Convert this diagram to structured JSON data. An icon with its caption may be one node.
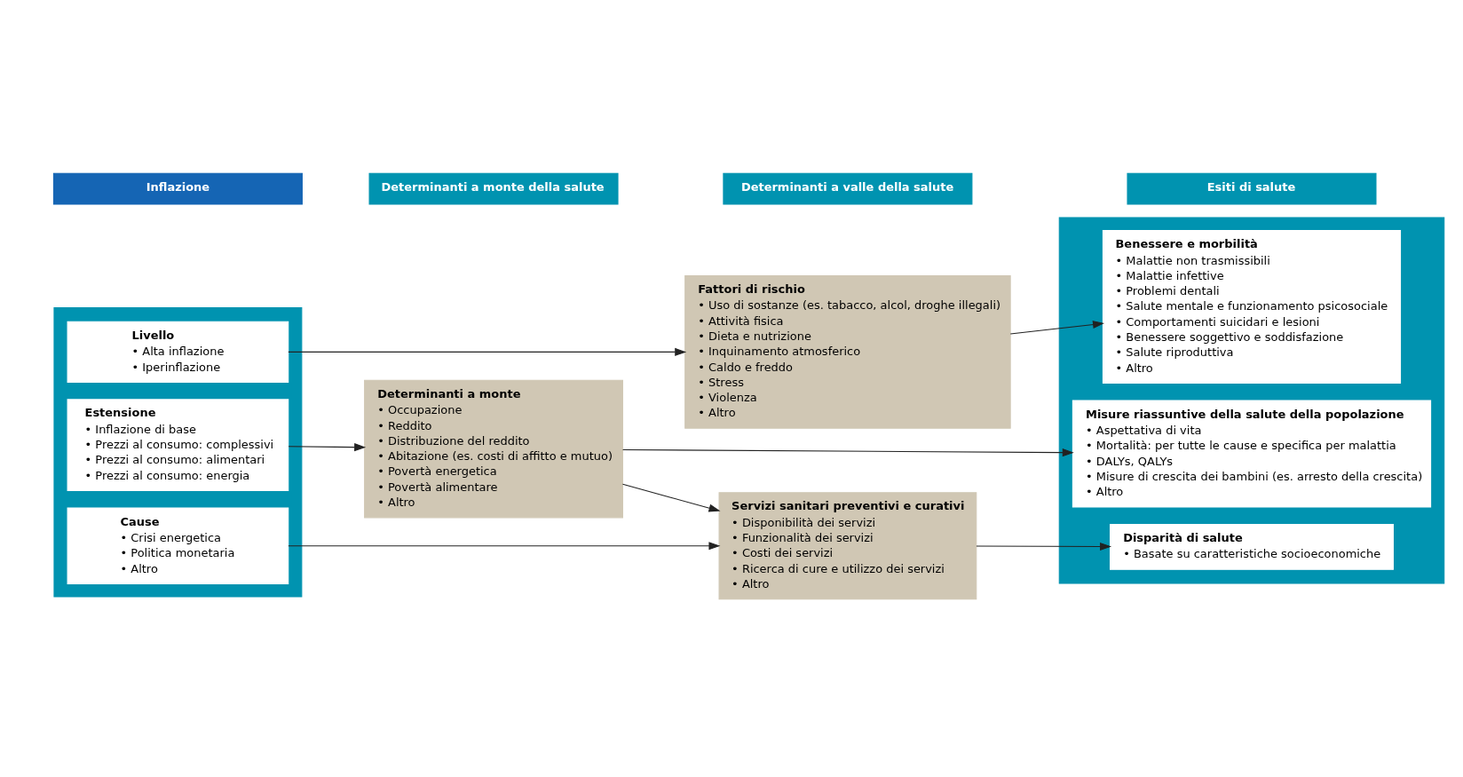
{
  "diagram": {
    "nodes": [
      {
        "text": [
          "Inflazione"
        ]
      },
      {
        "text": [
          "Determinanti a monte della salute"
        ]
      },
      {
        "text": [
          "Determinanti a valle della salute"
        ]
      },
      {
        "text": [
          "Esiti di salute"
        ]
      },
      {
        "text": [],
        "shape": "box"
      },
      {
        "text": [
          "Estensione",
          "• Inflazione di base",
          "• Prezzi al consumo: complessivi",
          "• Prezzi al consumo: alimentari",
          "• Prezzi al consumo: energia"
        ],
        "in": 4
      },
      {
        "text": [
          "Livello",
          "• Alta inflazione",
          "• Iperinflazione"
        ],
        "in": 4
      },
      {
        "text": [
          "Cause",
          "• Crisi energetica",
          "• Politica monetaria",
          "• Altro"
        ],
        "in": 4
      },
      {
        "text": [
          "Determinanti a monte",
          "• Occupazione",
          "• Reddito",
          "• Distribuzione del reddito",
          "• Abitazione (es. costi di affitto e mutuo)",
          "• Povertà energetica",
          "• Povertà alimentare",
          "• Altro"
        ]
      },
      {
        "text": [
          "Fattori di rischio",
          "• Uso di sostanze (es. tabacco, alcol, droghe illegali)",
          "• Attività fisica",
          "• Dieta e nutrizione",
          "• Inquinamento atmosferico",
          "• Caldo e freddo",
          "• Stress",
          "• Violenza",
          "• Altro"
        ]
      },
      {
        "text": [
          "Servizi sanitari preventivi e curativi",
          "• Disponibilità dei servizi",
          "• Funzionalità dei servizi",
          "• Costi dei servizi",
          "• Ricerca di cure e utilizzo dei servizi",
          "• Altro"
        ]
      },
      {
        "text": [],
        "shape": "box"
      },
      {
        "text": [
          "Misure riassuntive della salute della popolazione",
          "• Aspettativa di vita",
          "• Mortalità: per tutte le cause e specifica per malattia",
          "• DALYs, QALYs",
          "• Misure di crescita dei bambini (es. arresto della crescita)",
          "• Altro"
        ],
        "in": 11
      },
      {
        "text": [
          "Benessere e morbilità",
          "• Malattie non trasmissibili",
          "• Malattie infettive",
          "• Problemi dentali",
          "• Salute mentale e funzionamento psicosociale",
          "• Comportamenti suicidari e lesioni",
          "• Benessere soggettivo e soddisfazione",
          "• Salute riproduttiva",
          "• Altro"
        ],
        "in": 11
      },
      {
        "text": [
          "Disparità di salute",
          "• Basate su caratteristiche socioeconomiche"
        ],
        "in": 11
      }
    ],
    "edges": [
      {
        "from": 5,
        "to": 8,
        "arrow": "to"
      },
      {
        "from": 8,
        "to": 12,
        "arrow": "to"
      },
      {
        "from": 6,
        "to": 9,
        "arrow": "to"
      },
      {
        "from": 9,
        "to": 13,
        "arrow": "to"
      },
      {
        "from": 8,
        "to": 10,
        "arrow": "to"
      },
      {
        "from": 7,
        "to": 10,
        "arrow": "to"
      },
      {
        "from": 10,
        "to": 14,
        "arrow": "to"
      }
    ]
  }
}
